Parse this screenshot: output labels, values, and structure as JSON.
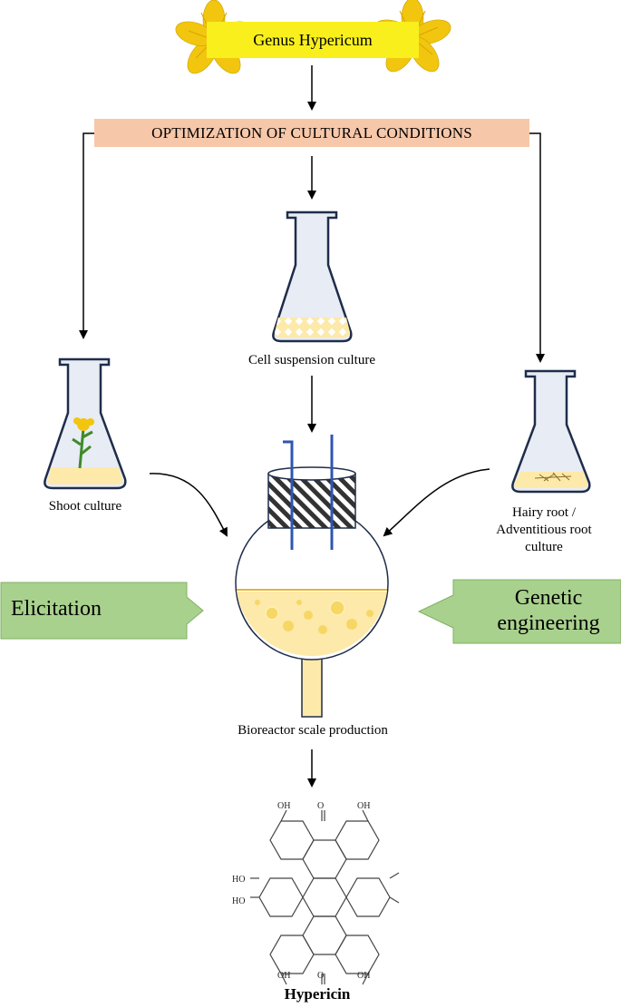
{
  "title": "Genus Hypericum",
  "step1": "OPTIMIZATION OF CULTURAL CONDITIONS",
  "cultures": {
    "shoot": "Shoot culture",
    "cell": "Cell suspension culture",
    "hairy_line1": "Hairy root /",
    "hairy_line2": "Adventitious root",
    "hairy_line3": "culture"
  },
  "elicitation": "Elicitation",
  "genetic_line1": "Genetic",
  "genetic_line2": "engineering",
  "bioreactor": "Bioreactor scale production",
  "product": "Hypericin",
  "molecule": {
    "oh": "OH",
    "o": "O",
    "ho": "HO"
  },
  "colors": {
    "title_bg": "#f9ef1c",
    "optimization_bg": "#f7c7a9",
    "green_arrow": "#a9d18e",
    "flask_glass": "#1f2d4a",
    "media": "#fde9a9",
    "flower": "#f2c60f"
  }
}
